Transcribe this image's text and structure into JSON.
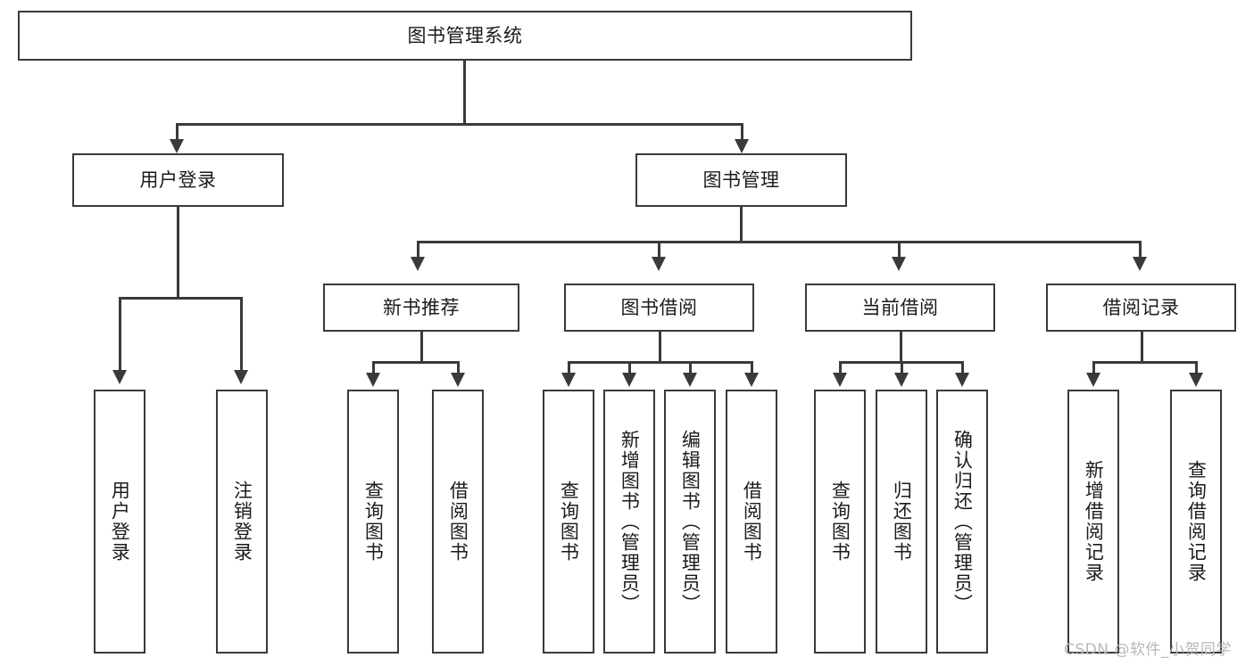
{
  "diagram": {
    "title": "图书管理系统",
    "type": "hierarchy-tree",
    "root": {
      "label": "图书管理系统"
    },
    "level2": [
      {
        "id": "user-login",
        "label": "用户登录"
      },
      {
        "id": "book-manage",
        "label": "图书管理"
      }
    ],
    "level3": [
      {
        "id": "new-book-recommend",
        "label": "新书推荐",
        "parent": "book-manage"
      },
      {
        "id": "book-borrow",
        "label": "图书借阅",
        "parent": "book-manage"
      },
      {
        "id": "current-borrow",
        "label": "当前借阅",
        "parent": "book-manage"
      },
      {
        "id": "borrow-record",
        "label": "借阅记录",
        "parent": "book-manage"
      }
    ],
    "leaves": {
      "user_login": [
        {
          "id": "leaf-user-login",
          "label": "用户登录"
        },
        {
          "id": "leaf-logout-login",
          "label": "注销登录"
        }
      ],
      "new_book_recommend": [
        {
          "id": "leaf-query-book-1",
          "label": "查询图书"
        },
        {
          "id": "leaf-borrow-book-1",
          "label": "借阅图书"
        }
      ],
      "book_borrow": [
        {
          "id": "leaf-query-book-2",
          "label": "查询图书"
        },
        {
          "id": "leaf-add-book",
          "label": "新增图书（管理员）"
        },
        {
          "id": "leaf-edit-book",
          "label": "编辑图书（管理员）"
        },
        {
          "id": "leaf-borrow-book-2",
          "label": "借阅图书"
        }
      ],
      "current_borrow": [
        {
          "id": "leaf-query-book-3",
          "label": "查询图书"
        },
        {
          "id": "leaf-return-book",
          "label": "归还图书"
        },
        {
          "id": "leaf-confirm-return",
          "label": "确认归还（管理员）"
        }
      ],
      "borrow_record": [
        {
          "id": "leaf-add-record",
          "label": "新增借阅记录"
        },
        {
          "id": "leaf-query-record",
          "label": "查询借阅记录"
        }
      ]
    }
  },
  "watermark": {
    "text": "CSDN @软件_小贺同学"
  },
  "colors": {
    "stroke": "#3a3a3a",
    "text": "#1b1b1b",
    "background": "#ffffff",
    "watermark": "#b8b8b8"
  }
}
